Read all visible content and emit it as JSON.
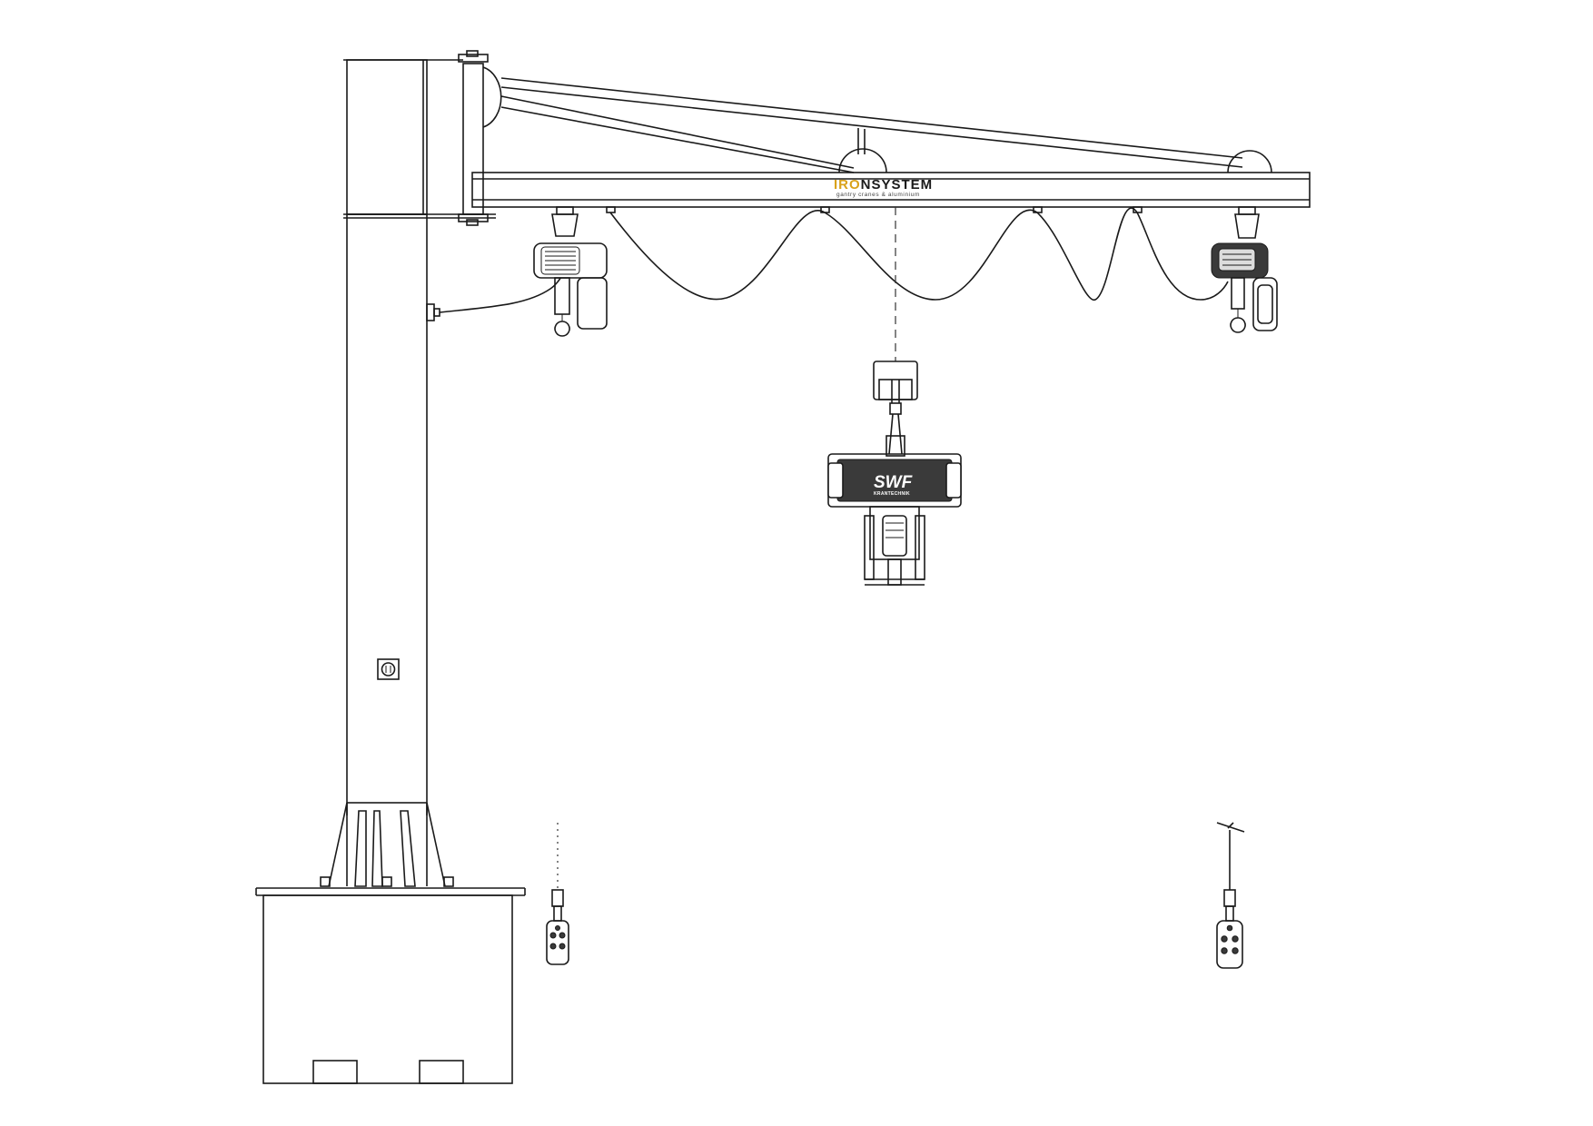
{
  "branding": {
    "logo_prefix": "IR",
    "logo_o": "O",
    "logo_suffix": "NSYSTEM",
    "tagline": "gantry cranes & aluminium",
    "prefix_color": "#d9a21b",
    "suffix_color": "#1a1a1a"
  },
  "hoist": {
    "brand": "SWF",
    "sub_brand": "KRANTECHNIK"
  },
  "icons": {
    "logo": "gear-logo-icon",
    "switch": "switch-box-icon",
    "pendant": "pendant-control-icon"
  }
}
